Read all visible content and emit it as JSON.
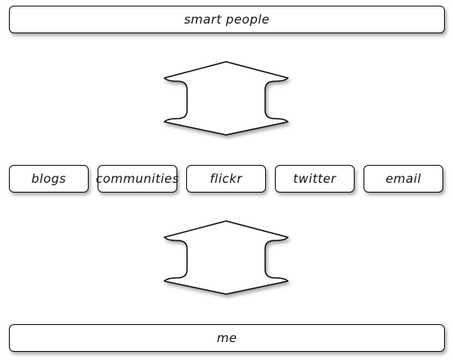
{
  "top": {
    "label": "smart people"
  },
  "middle": {
    "items": [
      {
        "label": "blogs"
      },
      {
        "label": "communities"
      },
      {
        "label": "flickr"
      },
      {
        "label": "twitter"
      },
      {
        "label": "email"
      }
    ]
  },
  "bottom": {
    "label": "me"
  },
  "colors": {
    "stroke": "#111111",
    "fill": "#ffffff"
  },
  "icons": {
    "arrows": [
      "double-headed-arrow-icon",
      "double-headed-arrow-icon"
    ]
  }
}
